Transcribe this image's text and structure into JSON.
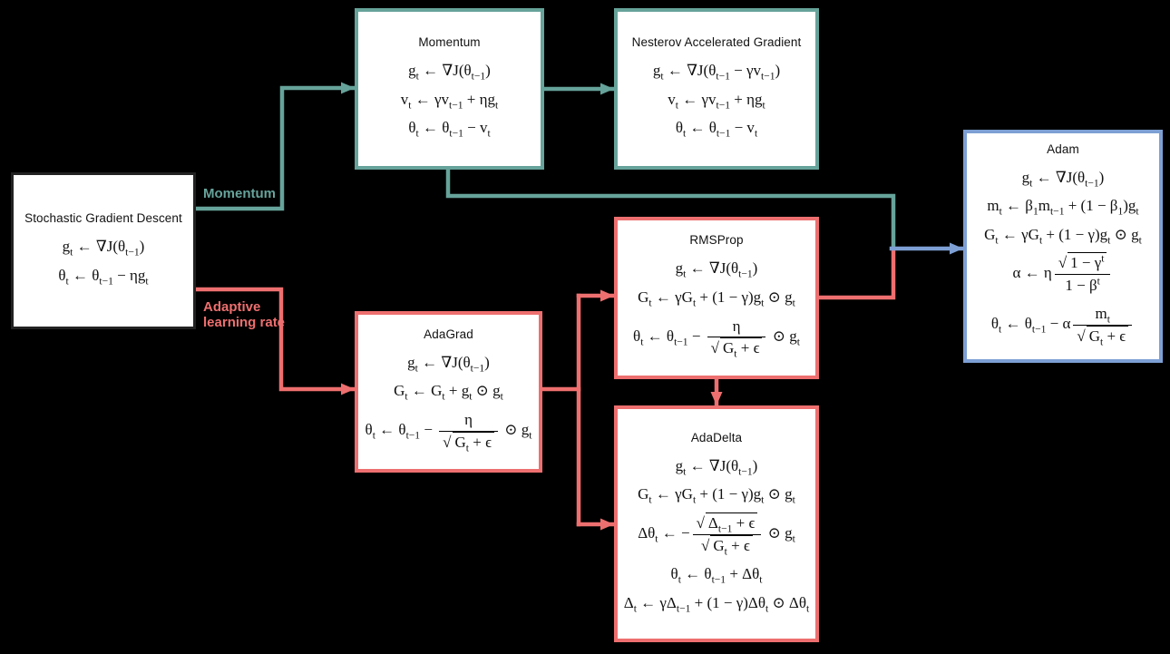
{
  "colors": {
    "background": "#000000",
    "box_fill": "#ffffff",
    "box_border_dark": "#222222",
    "text": "#111111",
    "momentum_branch": "#66a39a",
    "adaptive_branch": "#ee6f6f",
    "adam_accent": "#7d9fd4"
  },
  "labels": {
    "momentum_branch": "Momentum",
    "adaptive_line1": "Adaptive",
    "adaptive_line2": "learning rate"
  },
  "nodes": {
    "sgd": {
      "title": "Stochastic Gradient Descent",
      "formulas": [
        "g_t ← ∇J(θ_{t−1})",
        "θ_t ← θ_{t−1} − ηg_t"
      ]
    },
    "momentum": {
      "title": "Momentum",
      "formulas": [
        "g_t ← ∇J(θ_{t−1})",
        "v_t ← γv_{t−1} + ηg_t",
        "θ_t ← θ_{t−1} − v_t"
      ]
    },
    "nesterov": {
      "title": "Nesterov Accelerated Gradient",
      "formulas": [
        "g_t ← ∇J(θ_{t−1} − γv_{t−1})",
        "v_t ← γv_{t−1} + ηg_t",
        "θ_t ← θ_{t−1} − v_t"
      ]
    },
    "adagrad": {
      "title": "AdaGrad",
      "formulas": [
        "g_t ← ∇J(θ_{t−1})",
        "G_t ← G_t + g_t ⊙ g_t",
        "θ_t ← θ_{t−1} − \\frac{η}{\\sqrt{G_t + ϵ}} ⊙ g_t"
      ]
    },
    "rmsprop": {
      "title": "RMSProp",
      "formulas": [
        "g_t ← ∇J(θ_{t−1})",
        "G_t ← γG_t + (1 − γ)g_t ⊙ g_t",
        "θ_t ← θ_{t−1} − \\frac{η}{\\sqrt{G_t + ϵ}} ⊙ g_t"
      ]
    },
    "adadelta": {
      "title": "AdaDelta",
      "formulas": [
        "g_t ← ∇J(θ_{t−1})",
        "G_t ← γG_t + (1 − γ)g_t ⊙ g_t",
        "Δθ_t ← −\\frac{\\sqrt{Δ_{t−1} + ϵ}}{\\sqrt{G_t + ϵ}} ⊙ g_t",
        "θ_t ← θ_{t−1} + Δθ_t",
        "Δ_t ← γΔ_{t−1} + (1 − γ)Δθ_t ⊙ Δθ_t"
      ]
    },
    "adam": {
      "title": "Adam",
      "formulas": [
        "g_t ← ∇J(θ_{t−1})",
        "m_t ← β_1m_{t−1} + (1 − β_1)g_t",
        "G_t ← γG_t + (1 − γ)g_t ⊙ g_t",
        "α ← η\\frac{\\sqrt{1 − γ^t}}{1 − β^t}",
        "θ_t ← θ_{t−1} − α\\frac{m_t}{\\sqrt{G_t + ϵ}}"
      ]
    }
  }
}
